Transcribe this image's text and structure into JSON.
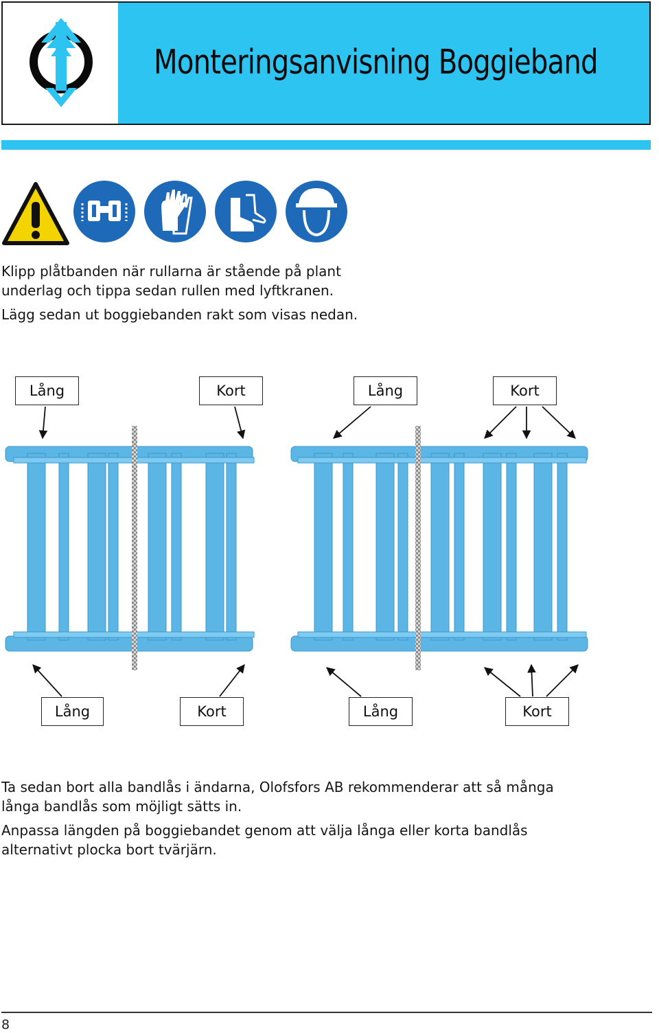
{
  "header": {
    "title": "Monteringsanvisning Boggieband",
    "logo_icon": "olofsfors-arrow-logo-icon",
    "accent_color": "#2ec4f2"
  },
  "safety_icons": [
    "warning-triangle-icon",
    "safety-goggles-icon",
    "safety-gloves-icon",
    "safety-boots-icon",
    "hard-hat-icon"
  ],
  "intro": {
    "line1": "Klipp plåtbanden när rullarna är stående på plant",
    "line2": "underlag och tippa sedan rullen med lyftkranen.",
    "line3": "Lägg sedan ut boggiebanden rakt som visas nedan."
  },
  "diagram": {
    "top_labels": [
      "Lång",
      "Kort",
      "Lång",
      "Kort"
    ],
    "bottom_labels": [
      "Lång",
      "Kort",
      "Lång",
      "Kort"
    ],
    "track_color": "#5bb6e6"
  },
  "outro": {
    "line1": "Ta sedan bort alla bandlås i ändarna, Olofsfors AB rekommenderar att så många",
    "line2": "långa bandlås som möjligt sätts in.",
    "line3": "Anpassa längden på boggiebandet genom att välja långa eller korta bandlås",
    "line4": "alternativt plocka bort tvärjärn."
  },
  "footer": {
    "page_number": "8"
  }
}
